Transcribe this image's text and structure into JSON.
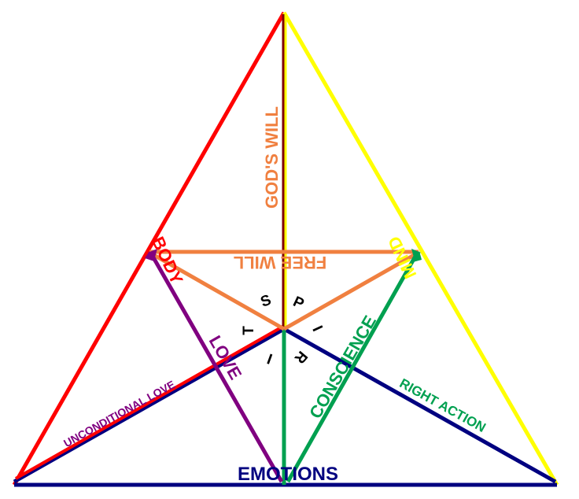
{
  "colors": {
    "body": "#ff0000",
    "mind": "#ffff00",
    "emotions": "#000080",
    "will": "#f08040",
    "love": "#800080",
    "conscience": "#00a050",
    "spirit_center": "#800000",
    "spirit_text": "#000000"
  },
  "labels": {
    "gods_will": "GOD'S WILL",
    "free_will": "FREE WILL",
    "body": "BODY",
    "mind": "MIND",
    "love": "LOVE",
    "conscience": "CONSCIENCE",
    "unconditional_love": "UNCONDITIONAL LOVE",
    "right_action": "RIGHT ACTION",
    "emotions": "EMOTIONS"
  },
  "spirit_letters": [
    "S",
    "P",
    "I",
    "R",
    "I",
    "T"
  ]
}
